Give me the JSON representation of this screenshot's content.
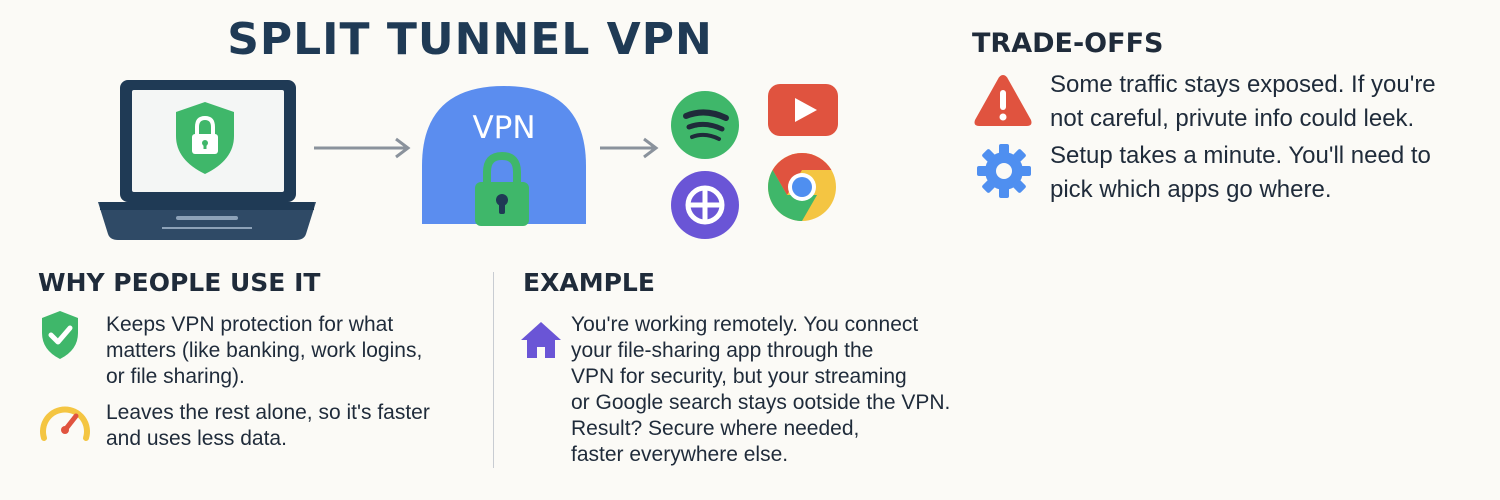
{
  "title": "SPLIT TUNNEL VPN",
  "vpn_label": "VPN",
  "trade_offs": {
    "heading": "TRADE-OFFS",
    "items": [
      {
        "icon": "warning-icon",
        "text_line1": "Some traffic stays exposed. If you're",
        "text_line2": "not careful, privute info could leek."
      },
      {
        "icon": "gear-icon",
        "text_line1": "Setup takes a minute. You'll need to",
        "text_line2": "pick which apps go where."
      }
    ]
  },
  "why": {
    "heading": "WHY PEOPLE USE IT",
    "items": [
      {
        "icon": "shield-check-icon",
        "lines": [
          "Keeps VPN protection for what",
          "matters (like banking, work logins,",
          "or file sharing)."
        ]
      },
      {
        "icon": "speedometer-icon",
        "lines": [
          "Leaves the rest alone, so it's faster",
          "and uses less data."
        ]
      }
    ]
  },
  "example": {
    "heading": "EXAMPLE",
    "icon": "home-icon",
    "lines": [
      "You're working remotely. You connect",
      "your file-sharing app through the",
      "VPN for security, but your streaming",
      "or Google search stays ootside the VPN.",
      "Result? Secure where needed,",
      "faster everywhere else."
    ]
  },
  "colors": {
    "navy": "#1f3a55",
    "vpn_blue": "#5b8def",
    "green": "#3fb76a",
    "red": "#e0533f",
    "purple": "#6a55d6",
    "gear_blue": "#4f8ff0"
  }
}
